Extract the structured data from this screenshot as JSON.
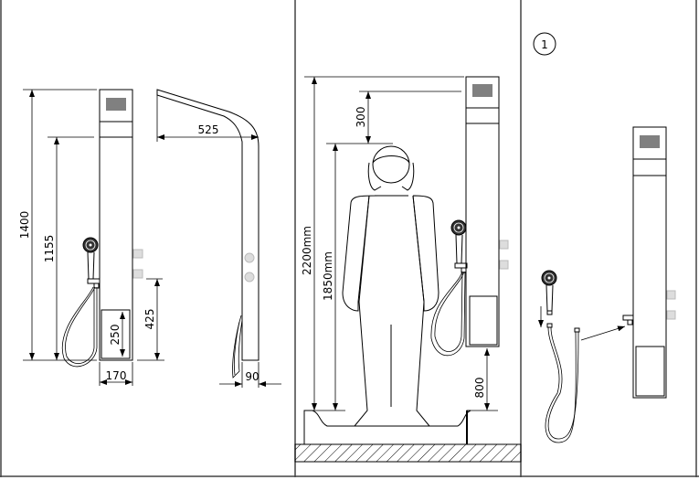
{
  "panel_left": {
    "dim_total_height": "1400",
    "dim_hose_height": "1155",
    "dim_compartment": "250",
    "dim_valve_height": "425",
    "dim_width": "170",
    "dim_projection": "525",
    "dim_depth": "90"
  },
  "panel_middle": {
    "dim_ceiling": "2200mm",
    "dim_person": "1850mm",
    "dim_above_head": "300",
    "dim_bottom": "800"
  },
  "panel_right": {
    "step_number": "1"
  }
}
